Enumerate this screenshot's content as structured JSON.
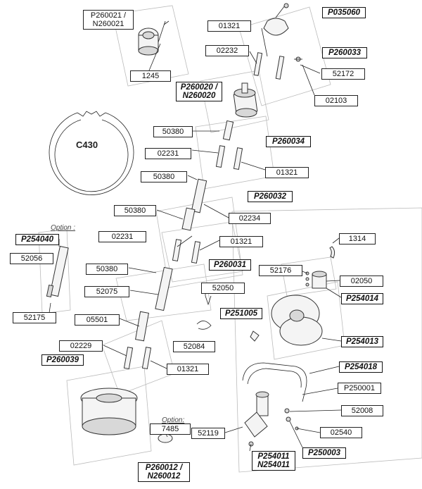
{
  "labels": {
    "p260021": "P260021 /\nN260021",
    "p035060": "P035060",
    "l01321a": "01321",
    "l02232": "02232",
    "p260033": "P260033",
    "l52172": "52172",
    "l1245": "1245",
    "p260020": "P260020 /\nN260020",
    "l02103": "02103",
    "l50380a": "50380",
    "p260034": "P260034",
    "l02231a": "02231",
    "l01321b": "01321",
    "l50380b": "50380",
    "p260032": "P260032",
    "l50380c": "50380",
    "l02234": "02234",
    "p254040": "P254040",
    "l02231b": "02231",
    "l01321c": "01321",
    "l1314": "1314",
    "l52056": "52056",
    "l50380d": "50380",
    "p260031": "P260031",
    "l52176": "52176",
    "l02050": "02050",
    "l52050": "52050",
    "l52075": "52075",
    "p254014": "P254014",
    "p251005": "P251005",
    "l52175": "52175",
    "l05501": "05501",
    "p254013": "P254013",
    "l52084": "52084",
    "l02229": "02229",
    "p260039": "P260039",
    "p254018": "P254018",
    "l01321d": "01321",
    "p250001": "P250001",
    "l52008": "52008",
    "l7485": "7485",
    "l52119": "52119",
    "l02540": "02540",
    "p250003": "P250003",
    "p254011": "P254011\nN254011",
    "p260012": "P260012 /\nN260012"
  },
  "c430": "C430",
  "option_a": "Option :",
  "option_b": "Option:"
}
